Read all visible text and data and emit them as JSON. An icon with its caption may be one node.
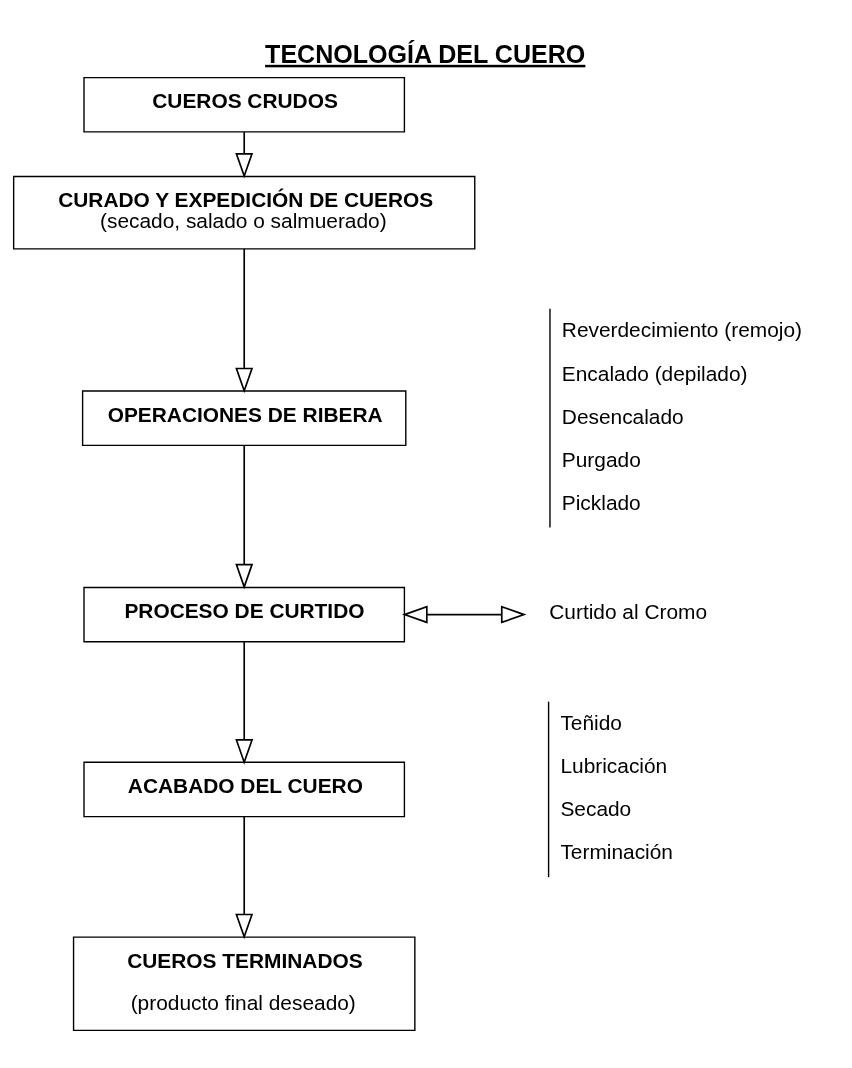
{
  "diagram": {
    "title": "TECNOLOGÍA DEL CUERO",
    "nodes": [
      {
        "text": [
          "CUEROS CRUDOS"
        ]
      },
      {
        "text": [
          "CURADO Y EXPEDICIÓN DE CUEROS",
          "(secado, salado o salmuerado)"
        ]
      },
      {
        "text": [
          "OPERACIONES DE RIBERA"
        ],
        "beside": [
          "Reverdecimiento (remojo)",
          "Encalado (depilado)",
          "Desencalado",
          "Purgado",
          "Picklado"
        ]
      },
      {
        "text": [
          "PROCESO DE CURTIDO"
        ]
      },
      {
        "text": [
          "Curtido al Cromo"
        ]
      },
      {
        "text": [
          "ACABADO DEL CUERO"
        ],
        "beside": [
          "Teñido",
          "Lubricación",
          "Secado",
          "Terminación"
        ]
      },
      {
        "text": [
          "CUEROS TERMINADOS",
          "(producto final deseado)"
        ]
      }
    ],
    "edges": [
      {
        "from": 0,
        "to": 1,
        "arrow": "to"
      },
      {
        "from": 1,
        "to": 2,
        "arrow": "to"
      },
      {
        "from": 2,
        "to": 3,
        "arrow": "to"
      },
      {
        "from": 3,
        "to": 4,
        "arrow": "both"
      },
      {
        "from": 3,
        "to": 5,
        "arrow": "to"
      },
      {
        "from": 5,
        "to": 6,
        "arrow": "to"
      }
    ]
  }
}
